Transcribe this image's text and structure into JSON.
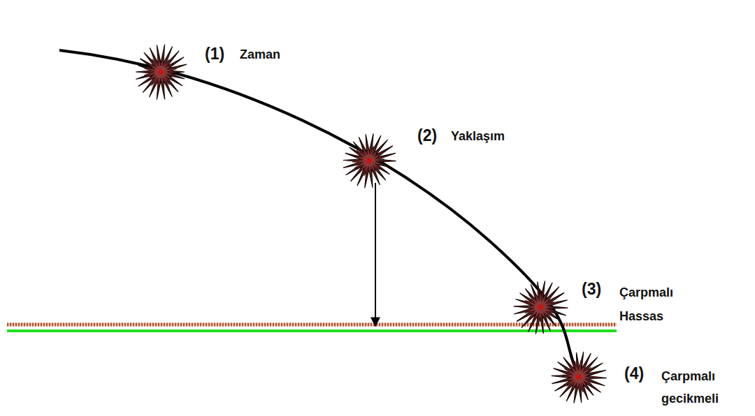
{
  "diagram": {
    "labels": [
      "(1)",
      "Zaman",
      "(2)",
      "Yaklaşım",
      "(3)",
      "Çarpmalı Hassas",
      "(4)",
      "Çarpmalı gecikmeli"
    ]
  }
}
